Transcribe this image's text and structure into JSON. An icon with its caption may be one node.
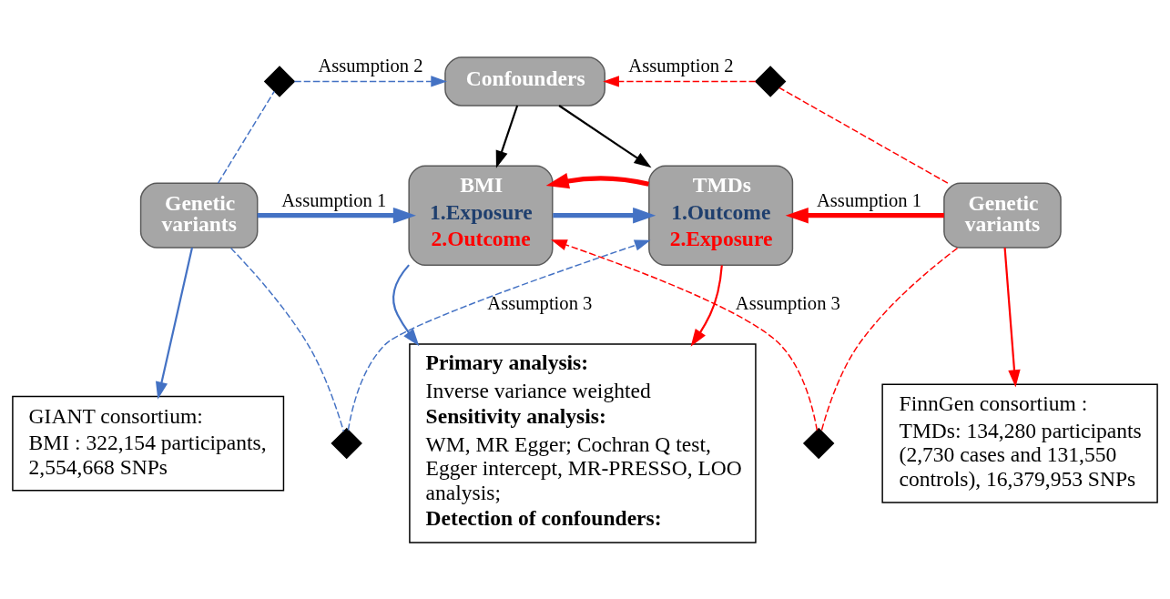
{
  "diagram": {
    "nodes": [
      {
        "text": [],
        "shape": "cross"
      },
      {
        "text": [
          "Confounders"
        ]
      },
      {
        "text": [],
        "shape": "cross"
      },
      {
        "text": [
          "Genetic variants"
        ]
      },
      {
        "text": [
          "BMI",
          "1.Exposure",
          "2.Outcome"
        ]
      },
      {
        "text": [
          "TMDs",
          "1.Outcome",
          "2.Exposure"
        ]
      },
      {
        "text": [
          "Genetic variants"
        ]
      },
      {
        "text": [],
        "shape": "cross"
      },
      {
        "text": [],
        "shape": "cross"
      },
      {
        "text": [
          "GIANT consortium:",
          "BMI : 322,154 participants, 2,554,668 SNPs"
        ]
      },
      {
        "text": [
          "Primary analysis:",
          "Inverse variance weighted",
          "Sensitivity analysis:",
          "WM, MR Egger; Cochran Q test, Egger intercept, MR-PRESSO, LOO analysis;",
          "Detection of confounders:"
        ]
      },
      {
        "text": [
          "FinnGen consortium :",
          "TMDs: 134,280 participants (2,730 cases and 131,550 controls), 16,379,953 SNPs"
        ]
      }
    ],
    "edges": [
      {
        "from": 3,
        "to": 0,
        "arrow": "none",
        "style": "dashed",
        "color": "#4472c4"
      },
      {
        "from": 0,
        "to": 1,
        "arrow": "to",
        "label": "Assumption 2",
        "style": "dashed",
        "color": "#4472c4"
      },
      {
        "from": 6,
        "to": 2,
        "arrow": "none",
        "style": "dashed",
        "color": "#ff0000"
      },
      {
        "from": 2,
        "to": 1,
        "arrow": "to",
        "label": "Assumption 2",
        "style": "dashed",
        "color": "#ff0000"
      },
      {
        "from": 1,
        "to": 4,
        "arrow": "to",
        "color": "#000000"
      },
      {
        "from": 1,
        "to": 5,
        "arrow": "to",
        "color": "#000000"
      },
      {
        "from": 3,
        "to": 4,
        "arrow": "to",
        "label": "Assumption 1",
        "style": "thick",
        "color": "#4472c4"
      },
      {
        "from": 4,
        "to": 5,
        "arrow": "to",
        "style": "thick",
        "color": "#4472c4"
      },
      {
        "from": 5,
        "to": 4,
        "arrow": "to",
        "style": "thick",
        "color": "#ff0000"
      },
      {
        "from": 6,
        "to": 5,
        "arrow": "to",
        "label": "Assumption 1",
        "style": "thick",
        "color": "#ff0000"
      },
      {
        "from": 3,
        "to": 7,
        "arrow": "none",
        "style": "dashed",
        "color": "#4472c4"
      },
      {
        "from": 7,
        "to": 5,
        "arrow": "to",
        "label": "Assumption 3",
        "style": "dashed",
        "color": "#4472c4"
      },
      {
        "from": 6,
        "to": 8,
        "arrow": "none",
        "style": "dashed",
        "color": "#ff0000"
      },
      {
        "from": 8,
        "to": 4,
        "arrow": "to",
        "label": "Assumption 3",
        "style": "dashed",
        "color": "#ff0000"
      },
      {
        "from": 3,
        "to": 9,
        "arrow": "to",
        "color": "#4472c4"
      },
      {
        "from": 4,
        "to": 10,
        "arrow": "to",
        "color": "#4472c4"
      },
      {
        "from": 5,
        "to": 10,
        "arrow": "to",
        "color": "#ff0000"
      },
      {
        "from": 6,
        "to": 11,
        "arrow": "to",
        "color": "#ff0000"
      }
    ]
  }
}
